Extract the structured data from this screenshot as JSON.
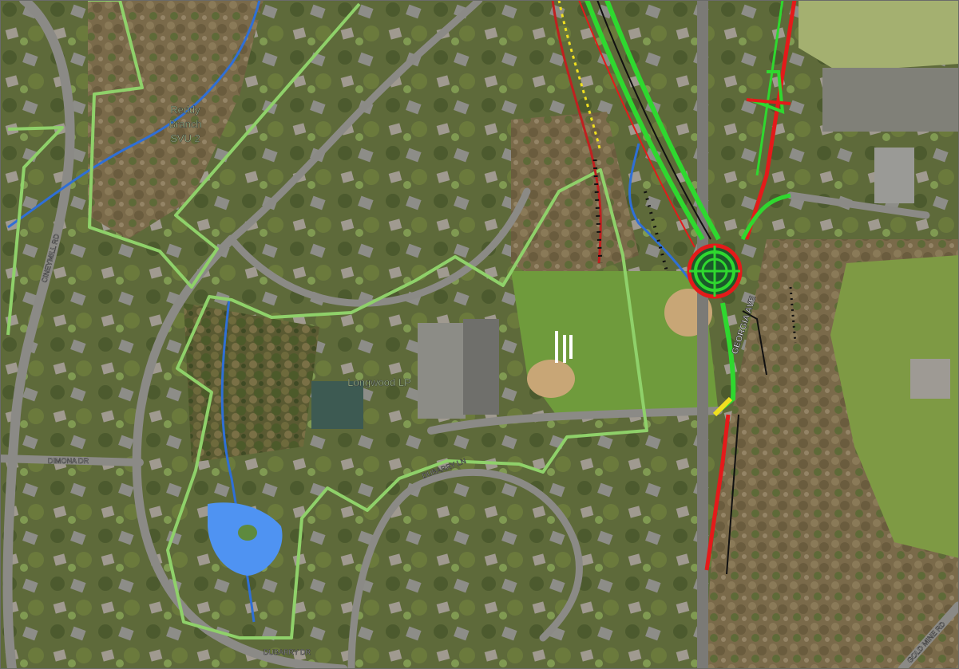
{
  "map": {
    "labels": {
      "reddy_branch_1": "Reddy",
      "reddy_branch_2": "Branch",
      "reddy_branch_3": "SVU 2",
      "longwood": "Longwood LP",
      "georgia_ave": "GEORGIA AVE",
      "cineymill_rd": "CINEYMILL RD",
      "dimona_dr": "DIMONA DR",
      "dubarry_ln": "DUBARRY LN",
      "dubarry_dr": "DUBARRY DR",
      "gold_mine_rd": "GOLD MINE RD"
    },
    "colors": {
      "boundary": "#8fd16a",
      "stream": "#2f6fd6",
      "pond": "#4f93f2",
      "design_green": "#2fd82f",
      "design_red": "#e41a1a",
      "design_yellow": "#f0e020",
      "design_black": "#111111",
      "label_text": "#ffffff",
      "label_halo": "#3a3a3a",
      "region_label": "#c8f0a8"
    }
  }
}
